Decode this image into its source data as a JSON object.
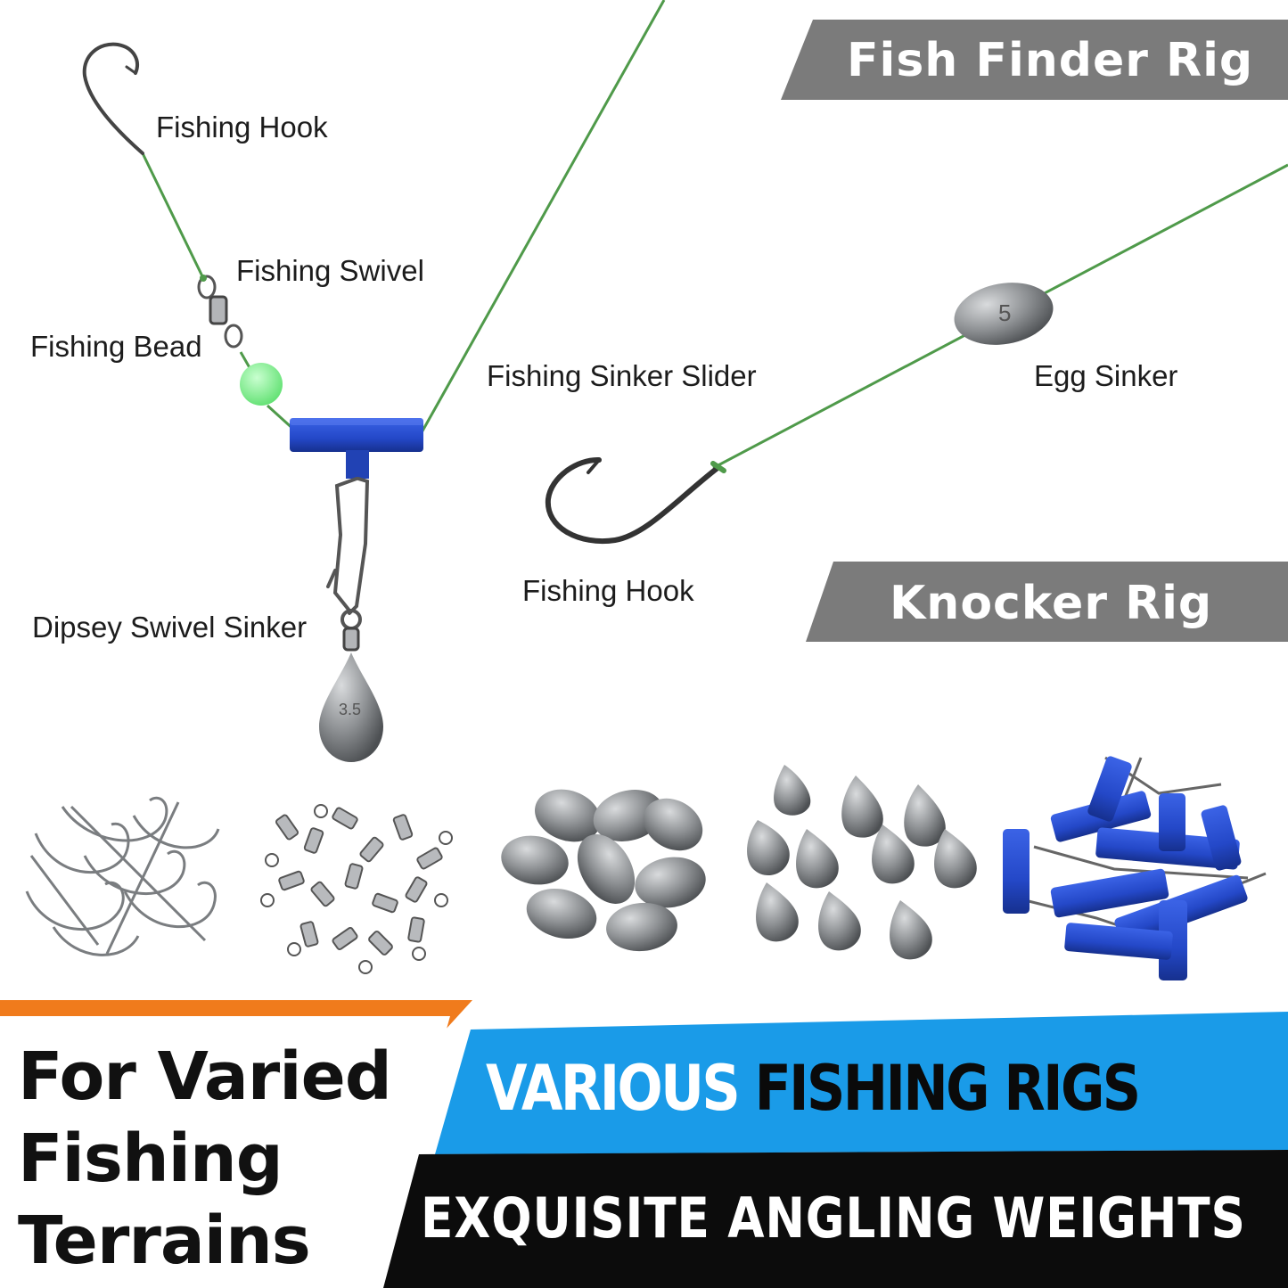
{
  "banners": {
    "fish_finder": "Fish Finder Rig",
    "knocker": "Knocker Rig"
  },
  "fish_finder_labels": {
    "fishing_hook": "Fishing Hook",
    "fishing_swivel": "Fishing Swivel",
    "fishing_bead": "Fishing Bead",
    "sinker_slider": "Fishing Sinker Slider",
    "dipsey_swivel_sinker": "Dipsey Swivel Sinker",
    "sinker_weight_mark": "3.5"
  },
  "knocker_labels": {
    "egg_sinker": "Egg Sinker",
    "fishing_hook": "Fishing Hook",
    "egg_weight_mark": "5"
  },
  "bottom": {
    "left_lines": [
      "For Varied",
      "Fishing",
      "Terrains"
    ],
    "headline_white": "VARIOUS",
    "headline_black": "FISHING RIGS",
    "subline": "EXQUISITE ANGLING WEIGHTS"
  },
  "colors": {
    "banner_gray": "#7b7b7b",
    "line_green": "#4f9a4a",
    "slider_blue": "#2448c8",
    "bead_green": "#7dfb8a",
    "accent_orange": "#f07b1c",
    "accent_blue": "#1a9be8",
    "sinker_gray": "#8e9194"
  },
  "icons": [
    "hook-icon",
    "swivel-icon",
    "bead-icon",
    "slider-icon",
    "snap-icon",
    "teardrop-sinker-icon",
    "egg-sinker-icon"
  ]
}
